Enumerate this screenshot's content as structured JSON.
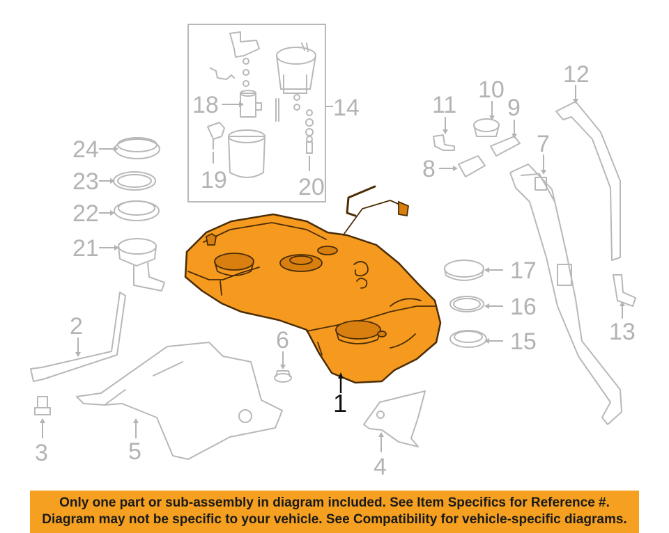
{
  "callouts": {
    "c1": "1",
    "c2": "2",
    "c3": "3",
    "c4": "4",
    "c5": "5",
    "c6": "6",
    "c7": "7",
    "c8": "8",
    "c9": "9",
    "c10": "10",
    "c11": "11",
    "c12": "12",
    "c13": "13",
    "c14": "14",
    "c15": "15",
    "c16": "16",
    "c17": "17",
    "c18": "18",
    "c19": "19",
    "c20": "20",
    "c21": "21",
    "c22": "22",
    "c23": "23",
    "c24": "24"
  },
  "highlight_color": "#f59a1f",
  "banner_color": "#f5a020",
  "disclaimer": {
    "line1": "Only one part or sub-assembly in diagram included. See Item Specifics for Reference #.",
    "line2": "Diagram may not be specific to your vehicle. See Compatibility for vehicle-specific diagrams."
  }
}
